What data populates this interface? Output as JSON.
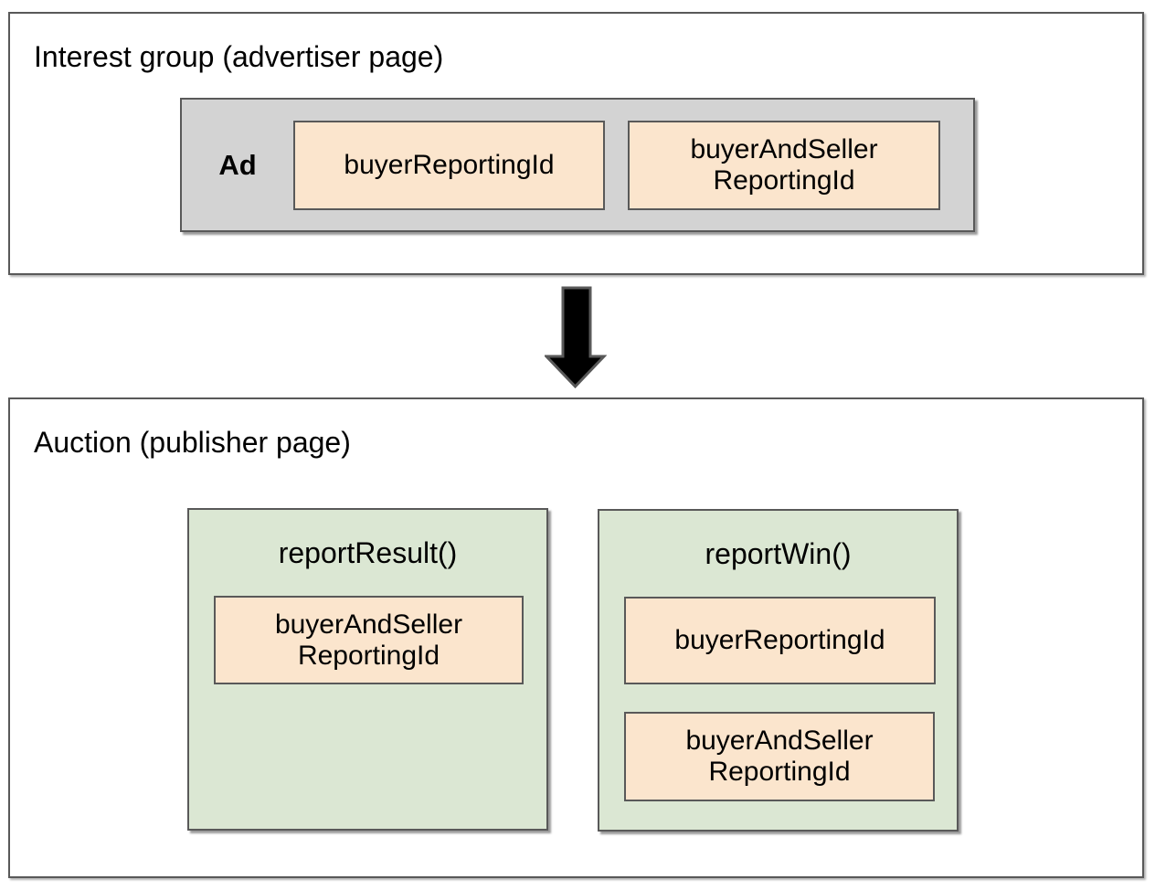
{
  "colors": {
    "ad_box_fill": "#d3d3d3",
    "function_box_fill": "#dbe7d3",
    "field_chip_fill": "#fbe5cd",
    "border": "#595959",
    "arrow_fill": "#000000",
    "background": "#ffffff"
  },
  "interest_group": {
    "title": "Interest group (advertiser page)",
    "ad_label": "Ad",
    "fields": [
      "buyerReportingId",
      "buyerAndSeller\nReportingId"
    ]
  },
  "arrow": {
    "direction": "down"
  },
  "auction": {
    "title": "Auction (publisher page)",
    "report_result": {
      "title": "reportResult()",
      "fields": [
        "buyerAndSeller\nReportingId"
      ]
    },
    "report_win": {
      "title": "reportWin()",
      "fields": [
        "buyerReportingId",
        "buyerAndSeller\nReportingId"
      ]
    }
  }
}
